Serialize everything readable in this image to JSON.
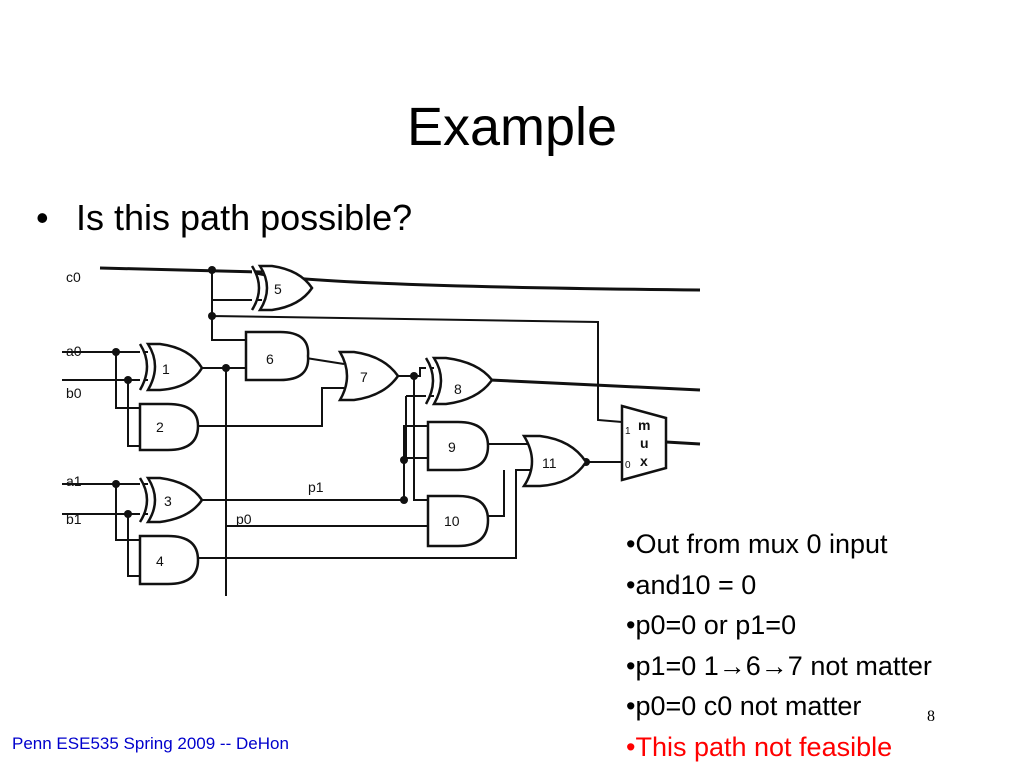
{
  "slide": {
    "title": "Example",
    "bullet_symbol": "•",
    "bullet": "Is this path possible?",
    "footer": "Penn ESE535 Spring 2009 -- DeHon",
    "slide_number": "8"
  },
  "circuit": {
    "signals": {
      "c0": "c0",
      "a0": "a0",
      "b0": "b0",
      "a1": "a1",
      "b1": "b1",
      "p1": "p1",
      "p0": "p0"
    },
    "gates": {
      "g1": "1",
      "g2": "2",
      "g3": "3",
      "g4": "4",
      "g5": "5",
      "g6": "6",
      "g7": "7",
      "g8": "8",
      "g9": "9",
      "g10": "10",
      "g11": "11"
    },
    "mux": {
      "m": "m",
      "u": "u",
      "x": "x",
      "in1": "1",
      "in0": "0"
    }
  },
  "notes": [
    "•Out from mux 0 input",
    "•and10 = 0",
    "•p0=0 or p1=0",
    "•p1=0 1→6→7 not matter",
    "•p0=0 c0 not matter"
  ],
  "conclusion": "•This path not feasible",
  "colors": {
    "footer": "#0000cc",
    "conclusion": "#ff0000"
  }
}
